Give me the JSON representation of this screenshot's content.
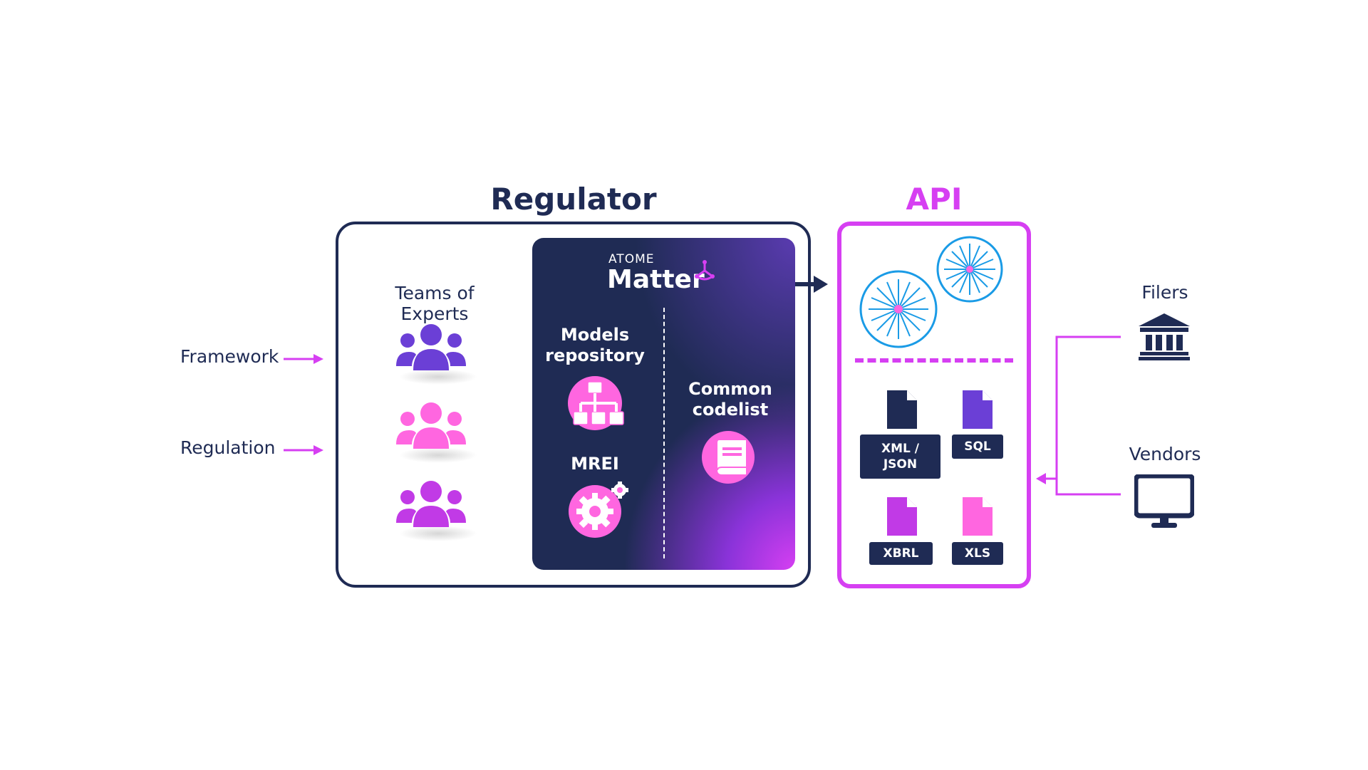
{
  "titles": {
    "regulator": "Regulator",
    "api": "API"
  },
  "inputs": {
    "framework": "Framework",
    "regulation": "Regulation"
  },
  "teams": {
    "label": "Teams of Experts"
  },
  "panel": {
    "brand_top": "ATOME",
    "brand_name": "Matter",
    "models_repository": "Models\nrepository",
    "mrei": "MREI",
    "common_codelist": "Common\ncodelist"
  },
  "files": {
    "xml_json": "XML /\nJSON",
    "sql": "SQL",
    "xbrl": "XBRL",
    "xls": "XLS"
  },
  "external": {
    "filers": "Filers",
    "vendors": "Vendors"
  },
  "colors": {
    "navy": "#1f2b54",
    "magenta": "#d63ff2",
    "pink": "#ff66e0",
    "purple": "#7b3fd6",
    "blue": "#1a9be6"
  }
}
